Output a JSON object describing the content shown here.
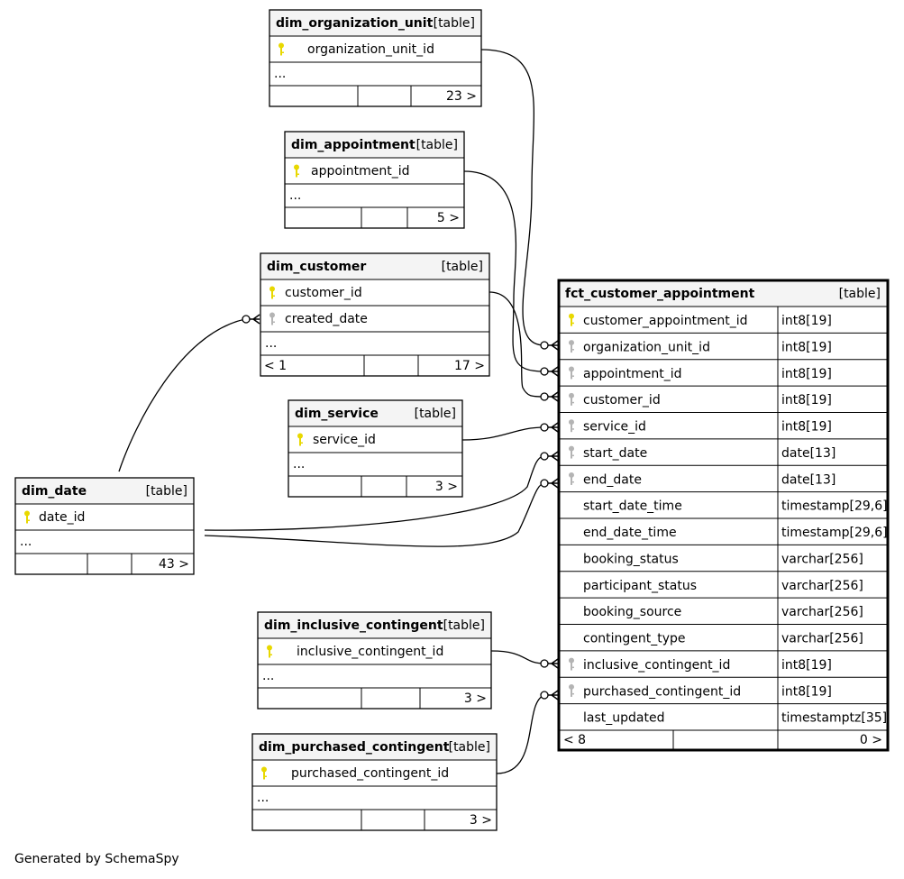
{
  "footer": "Generated by SchemaSpy",
  "tables": [
    {
      "name": "dim_organization_unit",
      "kind": "[table]",
      "columns": [
        {
          "name": "organization_unit_id",
          "key": "pk"
        }
      ],
      "ellipsis": "...",
      "footer": [
        "",
        "",
        "23 >"
      ]
    },
    {
      "name": "dim_appointment",
      "kind": "[table]",
      "columns": [
        {
          "name": "appointment_id",
          "key": "pk"
        }
      ],
      "ellipsis": "...",
      "footer": [
        "",
        "",
        "5 >"
      ]
    },
    {
      "name": "dim_customer",
      "kind": "[table]",
      "columns": [
        {
          "name": "customer_id",
          "key": "pk"
        },
        {
          "name": "created_date",
          "key": "fk"
        }
      ],
      "ellipsis": "...",
      "footer": [
        "< 1",
        "",
        "17 >"
      ]
    },
    {
      "name": "dim_service",
      "kind": "[table]",
      "columns": [
        {
          "name": "service_id",
          "key": "pk"
        }
      ],
      "ellipsis": "...",
      "footer": [
        "",
        "",
        "3 >"
      ]
    },
    {
      "name": "dim_date",
      "kind": "[table]",
      "columns": [
        {
          "name": "date_id",
          "key": "pk"
        }
      ],
      "ellipsis": "...",
      "footer": [
        "",
        "",
        "43 >"
      ]
    },
    {
      "name": "dim_inclusive_contingent",
      "kind": "[table]",
      "columns": [
        {
          "name": "inclusive_contingent_id",
          "key": "pk"
        }
      ],
      "ellipsis": "...",
      "footer": [
        "",
        "",
        "3 >"
      ]
    },
    {
      "name": "dim_purchased_contingent",
      "kind": "[table]",
      "columns": [
        {
          "name": "purchased_contingent_id",
          "key": "pk"
        }
      ],
      "ellipsis": "...",
      "footer": [
        "",
        "",
        "3 >"
      ]
    },
    {
      "name": "fct_customer_appointment",
      "kind": "[table]",
      "columns": [
        {
          "name": "customer_appointment_id",
          "key": "pk",
          "type": "int8[19]"
        },
        {
          "name": "organization_unit_id",
          "key": "fk",
          "type": "int8[19]"
        },
        {
          "name": "appointment_id",
          "key": "fk",
          "type": "int8[19]"
        },
        {
          "name": "customer_id",
          "key": "fk",
          "type": "int8[19]"
        },
        {
          "name": "service_id",
          "key": "fk",
          "type": "int8[19]"
        },
        {
          "name": "start_date",
          "key": "fk",
          "type": "date[13]"
        },
        {
          "name": "end_date",
          "key": "fk",
          "type": "date[13]"
        },
        {
          "name": "start_date_time",
          "key": "",
          "type": "timestamp[29,6]"
        },
        {
          "name": "end_date_time",
          "key": "",
          "type": "timestamp[29,6]"
        },
        {
          "name": "booking_status",
          "key": "",
          "type": "varchar[256]"
        },
        {
          "name": "participant_status",
          "key": "",
          "type": "varchar[256]"
        },
        {
          "name": "booking_source",
          "key": "",
          "type": "varchar[256]"
        },
        {
          "name": "contingent_type",
          "key": "",
          "type": "varchar[256]"
        },
        {
          "name": "inclusive_contingent_id",
          "key": "fk",
          "type": "int8[19]"
        },
        {
          "name": "purchased_contingent_id",
          "key": "fk",
          "type": "int8[19]"
        },
        {
          "name": "last_updated",
          "key": "",
          "type": "timestamptz[35]"
        }
      ],
      "footer": [
        "< 8",
        "",
        "0 >"
      ]
    }
  ],
  "colors": {
    "header_bg": "#f4f4f4",
    "border": "#000000",
    "pk_key": "#e8d800",
    "fk_key": "#b4b4b4",
    "edge": "#000000"
  }
}
